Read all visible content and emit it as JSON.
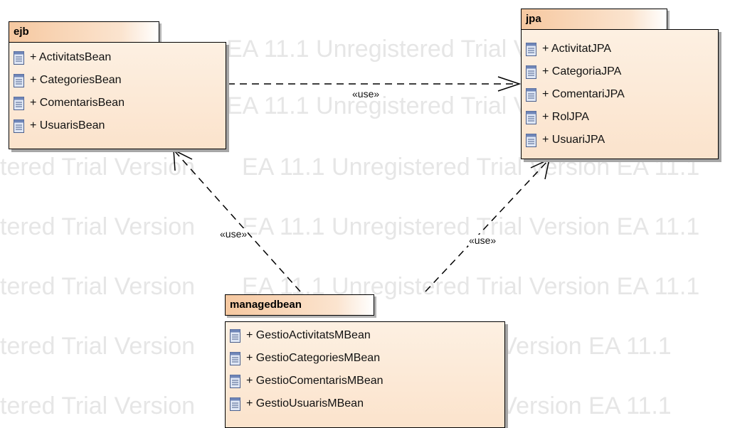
{
  "watermark": {
    "a": "EA 11.1 Unregistered Trial Version",
    "b": "tered Trial Version",
    "c": "EA 11.1 Unregistered Trial Version   EA 11.1",
    "d": "Unregistered Trial Version   EA 11.1",
    "e": "Trial Version   EA 11.1"
  },
  "packages": {
    "ejb": {
      "name": "ejb",
      "classes": [
        "+ ActivitatsBean",
        "+ CategoriesBean",
        "+ ComentarisBean",
        "+ UsuarisBean"
      ]
    },
    "jpa": {
      "name": "jpa",
      "classes": [
        "+ ActivitatJPA",
        "+ CategoriaJPA",
        "+ ComentariJPA",
        "+ RolJPA",
        "+ UsuariJPA"
      ]
    },
    "managedbean": {
      "name": "managedbean",
      "classes": [
        "+ GestioActivitatsMBean",
        "+ GestioCategoriesMBean",
        "+ GestioComentarisMBean",
        "+ GestioUsuarisMBean"
      ]
    }
  },
  "dependencies": [
    {
      "from": "ejb",
      "to": "jpa",
      "label": "«use»"
    },
    {
      "from": "managedbean",
      "to": "ejb",
      "label": "«use»"
    },
    {
      "from": "managedbean",
      "to": "jpa",
      "label": "«use»"
    }
  ],
  "colors": {
    "fill_top": "#fdf0e2",
    "fill_bottom": "#fbe3cc",
    "tab": "#f6c8a0",
    "class_icon": "#6f86b8"
  }
}
